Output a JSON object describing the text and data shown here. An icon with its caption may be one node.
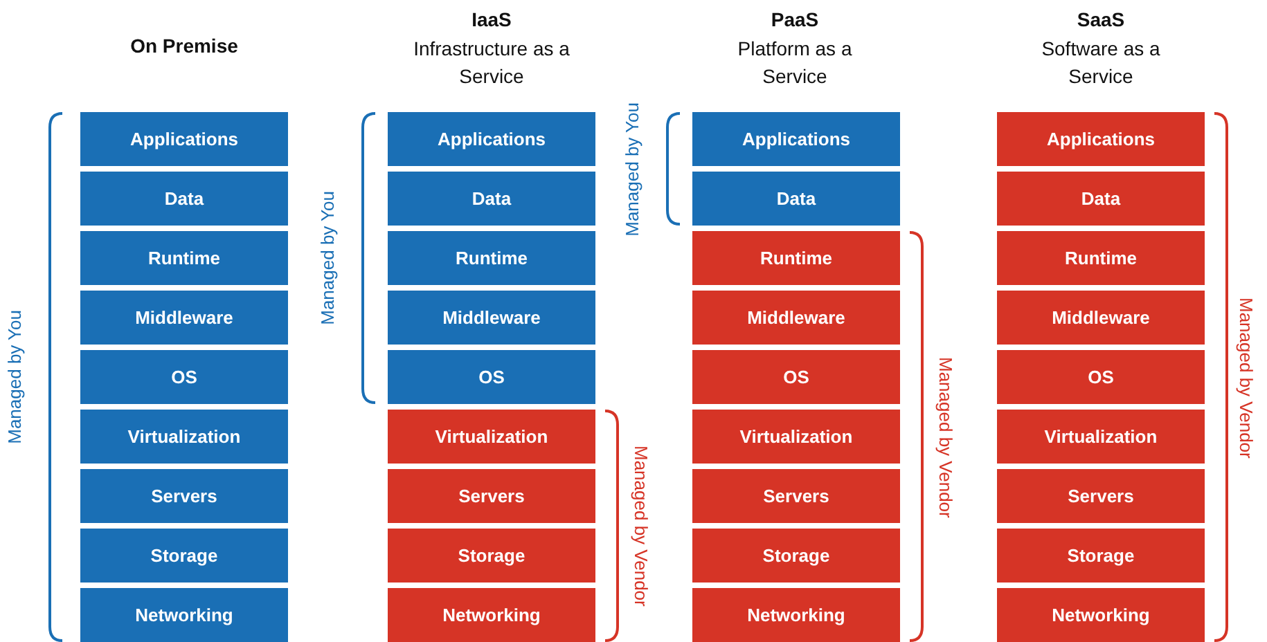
{
  "diagram": {
    "nodes": [
      {
        "text": [
          "Applications"
        ]
      },
      {
        "text": [
          "Data"
        ]
      },
      {
        "text": [
          "Runtime"
        ]
      },
      {
        "text": [
          "Middleware"
        ]
      },
      {
        "text": [
          "OS"
        ]
      },
      {
        "text": [
          "Virtualization"
        ]
      },
      {
        "text": [
          "Servers"
        ]
      },
      {
        "text": [
          "Storage"
        ]
      },
      {
        "text": [
          "Networking"
        ]
      },
      {
        "text": [
          "Applications"
        ]
      },
      {
        "text": [
          "Data"
        ]
      },
      {
        "text": [
          "Runtime"
        ]
      },
      {
        "text": [
          "Middleware"
        ]
      },
      {
        "text": [
          "OS"
        ]
      },
      {
        "text": [
          "Virtualization"
        ]
      },
      {
        "text": [
          "Servers"
        ]
      },
      {
        "text": [
          "Storage"
        ]
      },
      {
        "text": [
          "Networking"
        ]
      },
      {
        "text": [
          "Applications"
        ]
      },
      {
        "text": [
          "Data"
        ]
      },
      {
        "text": [
          "Runtime"
        ]
      },
      {
        "text": [
          "Middleware"
        ]
      },
      {
        "text": [
          "OS"
        ]
      },
      {
        "text": [
          "Virtualization"
        ]
      },
      {
        "text": [
          "Servers"
        ]
      },
      {
        "text": [
          "Storage"
        ]
      },
      {
        "text": [
          "Networking"
        ]
      },
      {
        "text": [
          "Applications"
        ]
      },
      {
        "text": [
          "Data"
        ]
      },
      {
        "text": [
          "Runtime"
        ]
      },
      {
        "text": [
          "Middleware"
        ]
      },
      {
        "text": [
          "OS"
        ]
      },
      {
        "text": [
          "Virtualization"
        ]
      },
      {
        "text": [
          "Servers"
        ]
      },
      {
        "text": [
          "Storage"
        ]
      },
      {
        "text": [
          "Networking"
        ]
      }
    ],
    "labels": [
      "On Premise",
      "IaaS",
      "Infrastructure as a Service",
      "PaaS",
      "Platform as a Service",
      "SaaS",
      "Software as a Service",
      "Managed by You",
      "Managed by You",
      "Managed by Vendor",
      "Managed by You",
      "Managed by Vendor",
      "Managed by Vendor"
    ]
  }
}
